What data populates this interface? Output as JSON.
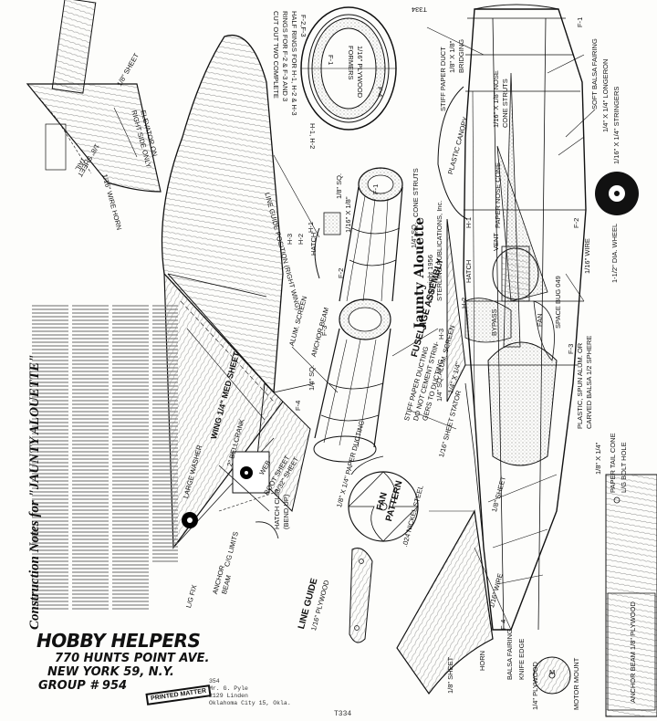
{
  "document": {
    "page_number": "T334",
    "top_mark": "T334"
  },
  "notes": {
    "title": "Construction Notes for \"JAUNTY ALOUETTE\""
  },
  "publisher": {
    "name": "HOBBY HELPERS",
    "street": "770 HUNTS POINT AVE.",
    "city": "NEW YORK 59, N.Y.",
    "group": "GROUP # 954",
    "stamp": "PRINTED MATTER"
  },
  "address_block": {
    "line1": "354",
    "line2": "Mr. G. Pyle",
    "line3": "2129 Linden",
    "line4": "Oklahoma City 15, Okla."
  },
  "tail": {
    "sheet": "1/8\" SHEET",
    "elevator": "ELEVATOR ON",
    "elevator2": "RIGHT SIDE ONLY",
    "tail_sheet": "TAIL",
    "tail_sheet2": "1/8\" SHEET",
    "wire_horn": "1/16\" WIRE HORN"
  },
  "wing": {
    "line_guide_position": "LINE GUIDE POSITION (RIGHT WING)",
    "wing_label": "WING 1/4\" MED SHEET",
    "bellcrank": "2\" BELLCRANK",
    "large_washer": "LARGE WASHER",
    "web": "WEB",
    "root_sheet": "ROOT SHEET",
    "root_sheet2": "3/32\" SHEET",
    "cg_limits": "C/G LIMITS",
    "hatch_clip": "HATCH CLIP",
    "hatch_clip2": "(BEND UP)",
    "anchor_beam": "ANCHOR",
    "anchor_beam2": "BEAM",
    "lg_fix": "L/G FIX"
  },
  "line_guide": {
    "label": "LINE GUIDE",
    "material": "1/16\" PLYWOOD"
  },
  "formers": {
    "cut_out_1": "CUT OUT TWO COMPLETE",
    "cut_out_2": "RINGS FOR F-2 & F-3 AND 3",
    "cut_out_3": "HALF RINGS FOR H-1, H-2 & H-3",
    "formers": "FORMERS",
    "plywood": "1/16\" PLYWOOD",
    "f1": "F-1",
    "f4": "F-4",
    "h1h2": "H-1, H-2",
    "f2f3": "F-2,F-3",
    "h3": "H-3"
  },
  "fuselage_assembly": {
    "hatch": "HATCH",
    "h1": "H-1",
    "h2": "H-2",
    "h3": "H-3",
    "sq1": "1/8\" SQ.",
    "sq2": "1/16\" X 1/8\"",
    "f1": "F-1",
    "f2": "F-2",
    "f3": "F-3",
    "f4": "F-4",
    "alum_screen": "ALUM. SCREEN",
    "anchor_beam": "ANCHOR BEAM",
    "sq_quarter": "1/4\" SQ.",
    "sq_quarter2": "1/4\" SQ.",
    "cone_struts": "CONE STRUTS",
    "assembly": "FUSELAGE ASSEMBLY",
    "stiff_paper_1": "1/8\" X 1/4\" PAPER DUCTING",
    "stiff_paper_2": "STIFF PAPER DUCTING",
    "do_not_cement": "DO NOT CEMENT STRIN-",
    "do_not_cement2": "GERS TO DUCTING",
    "quarter_sq": "1/4\" SQ."
  },
  "fan_pattern": {
    "label": "FAN",
    "label2": "PATTERN",
    "steel": ".024 NICKEL STEEL"
  },
  "side_view": {
    "brand_line1": "Jaunty Alouette",
    "copyright": "Copyright 1956",
    "by": "STERLING PUBLICATIONS, Inc.",
    "stiff_paper_duct": "STIFF PAPER DUCT",
    "bridging": "1/8\" X 1/8\"",
    "bridging2": "BRIDGING",
    "plastic_canopy": "PLASTIC CANOPY",
    "nose_struts": "1/16\" X 1/8\" NOSE",
    "nose_struts2": "CONE STRUTS",
    "paper_nose_cone": "PAPER NOSE CONE",
    "vent": "VENT",
    "hatch": "HATCH",
    "h1": "H-1",
    "h2": "H-2",
    "h3": "H-3",
    "alum_screen": "ALUM. SCREEN",
    "bypass": "BYPASS",
    "fan": "FAN",
    "space_bug": "SPACE BUG 049",
    "sheet_stator": "1/16\" SHEET STATOR",
    "quarter": "1/4\" X 1/4\"",
    "f1": "F-1",
    "f2": "F-2",
    "f3": "F-3",
    "f4": "F-4",
    "soft_balsa_fairing": "SOFT BALSA FAIRING",
    "longeron": "1/4\" X 1/4\" LONGERON",
    "stringers": "1/16\" X 1/4\" STRINGERS",
    "wire": "1/16\" WIRE",
    "wheel": "1-1/2\" DIA. WHEEL",
    "plastic_spun": "PLASTIC, SPUN ALUM. OR",
    "carved_balsa": "CARVED BALSA 1/2 SPHERE",
    "quarter2": "1/8\" X 1/4\"",
    "paper_tail_cone": "PAPER TAIL CONE",
    "lg_bolt": "L/G BOLT HOLE",
    "eighth_sheet": "1/8\" SHEET",
    "eighth_sheet2": "1/8\" SHEET",
    "wire16": "1/16\" WIRE",
    "horn": "HORN",
    "balsa_fairing": "BALSA FAIRING",
    "knife_edge": "KNIFE EDGE",
    "plywood_quarter": "1/4\" PLYWOOD",
    "motor_mount": "MOTOR MOUNT",
    "anchor_beam": "ANCHOR BEAM 1/8\" PLYWOOD",
    "m": "M"
  }
}
